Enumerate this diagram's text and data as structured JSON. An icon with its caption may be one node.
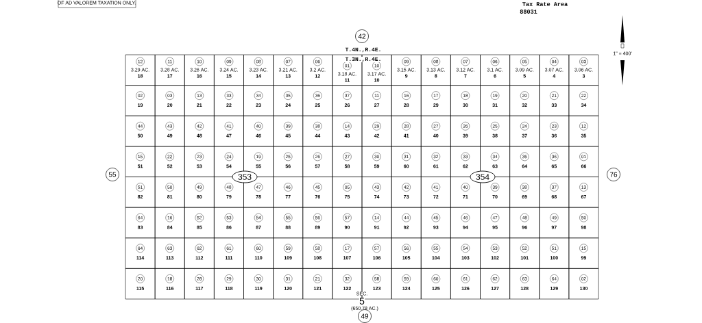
{
  "diagram": {
    "nodes": [
      {
        "text": [
          "42"
        ]
      },
      {
        "text": [
          "12",
          "3.29 AC.",
          "18"
        ]
      },
      {
        "text": [
          "11",
          "3.28 AC.",
          "17"
        ]
      },
      {
        "text": [
          "10",
          "3.26 AC.",
          "16"
        ]
      },
      {
        "text": [
          "09",
          "3.24 AC.",
          "15"
        ]
      },
      {
        "text": [
          "08",
          "3.23 AC.",
          "14"
        ]
      },
      {
        "text": [
          "07",
          "3.21 AC.",
          "13"
        ]
      },
      {
        "text": [
          "06",
          "3.2 AC.",
          "12"
        ]
      },
      {
        "text": [
          "01",
          "3.18 AC.",
          "11"
        ]
      },
      {
        "text": [
          "10",
          "3.17 AC.",
          "10"
        ]
      },
      {
        "text": [
          "09",
          "3.15 AC.",
          "9"
        ]
      },
      {
        "text": [
          "08",
          "3.13 AC.",
          "8"
        ]
      },
      {
        "text": [
          "07",
          "3.12 AC.",
          "7"
        ]
      },
      {
        "text": [
          "06",
          "3.1 AC.",
          "6"
        ]
      },
      {
        "text": [
          "05",
          "3.09 AC.",
          "5"
        ]
      },
      {
        "text": [
          "04",
          "3.07 AC.",
          "4"
        ]
      },
      {
        "text": [
          "03",
          "3.06 AC.",
          "3"
        ]
      },
      {
        "text": [
          "02",
          "19"
        ]
      },
      {
        "text": [
          "03",
          "20"
        ]
      },
      {
        "text": [
          "13",
          "21"
        ]
      },
      {
        "text": [
          "33",
          "22"
        ]
      },
      {
        "text": [
          "34",
          "23"
        ]
      },
      {
        "text": [
          "35",
          "24"
        ]
      },
      {
        "text": [
          "36",
          "25"
        ]
      },
      {
        "text": [
          "37",
          "26"
        ]
      },
      {
        "text": [
          "11",
          "27"
        ]
      },
      {
        "text": [
          "16",
          "28"
        ]
      },
      {
        "text": [
          "17",
          "29"
        ]
      },
      {
        "text": [
          "18",
          "30"
        ]
      },
      {
        "text": [
          "19",
          "31"
        ]
      },
      {
        "text": [
          "20",
          "32"
        ]
      },
      {
        "text": [
          "21",
          "33"
        ]
      },
      {
        "text": [
          "22",
          "34"
        ]
      },
      {
        "text": [
          "44",
          "50"
        ]
      },
      {
        "text": [
          "43",
          "49"
        ]
      },
      {
        "text": [
          "42",
          "48"
        ]
      },
      {
        "text": [
          "41",
          "47"
        ]
      },
      {
        "text": [
          "40",
          "46"
        ]
      },
      {
        "text": [
          "39",
          "45"
        ]
      },
      {
        "text": [
          "38",
          "44"
        ]
      },
      {
        "text": [
          "14",
          "43"
        ]
      },
      {
        "text": [
          "29",
          "42"
        ]
      },
      {
        "text": [
          "28",
          "41"
        ]
      },
      {
        "text": [
          "27",
          "40"
        ]
      },
      {
        "text": [
          "26",
          "39"
        ]
      },
      {
        "text": [
          "25",
          "38"
        ]
      },
      {
        "text": [
          "24",
          "37"
        ]
      },
      {
        "text": [
          "23",
          "36"
        ]
      },
      {
        "text": [
          "12",
          "35"
        ]
      },
      {
        "text": [
          "15",
          "51"
        ]
      },
      {
        "text": [
          "22",
          "52"
        ]
      },
      {
        "text": [
          "23",
          "53"
        ]
      },
      {
        "text": [
          "24",
          "54"
        ]
      },
      {
        "text": [
          "19",
          "55"
        ]
      },
      {
        "text": [
          "25",
          "56"
        ]
      },
      {
        "text": [
          "26",
          "57"
        ]
      },
      {
        "text": [
          "27",
          "58"
        ]
      },
      {
        "text": [
          "30",
          "59"
        ]
      },
      {
        "text": [
          "31",
          "60"
        ]
      },
      {
        "text": [
          "32",
          "61"
        ]
      },
      {
        "text": [
          "33",
          "62"
        ]
      },
      {
        "text": [
          "34",
          "63"
        ]
      },
      {
        "text": [
          "35",
          "64"
        ]
      },
      {
        "text": [
          "36",
          "65"
        ]
      },
      {
        "text": [
          "01",
          "66"
        ]
      },
      {
        "text": [
          "51",
          "82"
        ]
      },
      {
        "text": [
          "50",
          "81"
        ]
      },
      {
        "text": [
          "49",
          "80"
        ]
      },
      {
        "text": [
          "48",
          "79"
        ]
      },
      {
        "text": [
          "47",
          "78"
        ]
      },
      {
        "text": [
          "46",
          "77"
        ]
      },
      {
        "text": [
          "45",
          "76"
        ]
      },
      {
        "text": [
          "05",
          "75"
        ]
      },
      {
        "text": [
          "43",
          "74"
        ]
      },
      {
        "text": [
          "42",
          "73"
        ]
      },
      {
        "text": [
          "41",
          "72"
        ]
      },
      {
        "text": [
          "40",
          "71"
        ]
      },
      {
        "text": [
          "39",
          "70"
        ]
      },
      {
        "text": [
          "38",
          "69"
        ]
      },
      {
        "text": [
          "37",
          "68"
        ]
      },
      {
        "text": [
          "13",
          "67"
        ]
      },
      {
        "text": [
          "64",
          "83"
        ]
      },
      {
        "text": [
          "16",
          "84"
        ]
      },
      {
        "text": [
          "52",
          "85"
        ]
      },
      {
        "text": [
          "53",
          "86"
        ]
      },
      {
        "text": [
          "54",
          "87"
        ]
      },
      {
        "text": [
          "55",
          "88"
        ]
      },
      {
        "text": [
          "56",
          "89"
        ]
      },
      {
        "text": [
          "57",
          "90"
        ]
      },
      {
        "text": [
          "14",
          "91"
        ]
      },
      {
        "text": [
          "44",
          "92"
        ]
      },
      {
        "text": [
          "45",
          "93"
        ]
      },
      {
        "text": [
          "46",
          "94"
        ]
      },
      {
        "text": [
          "47",
          "95"
        ]
      },
      {
        "text": [
          "48",
          "96"
        ]
      },
      {
        "text": [
          "49",
          "97"
        ]
      },
      {
        "text": [
          "50",
          "98"
        ]
      },
      {
        "text": [
          "64",
          "114"
        ]
      },
      {
        "text": [
          "63",
          "113"
        ]
      },
      {
        "text": [
          "62",
          "112"
        ]
      },
      {
        "text": [
          "61",
          "111"
        ]
      },
      {
        "text": [
          "60",
          "110"
        ]
      },
      {
        "text": [
          "59",
          "109"
        ]
      },
      {
        "text": [
          "58",
          "108"
        ]
      },
      {
        "text": [
          "17",
          "107"
        ]
      },
      {
        "text": [
          "57",
          "106"
        ]
      },
      {
        "text": [
          "56",
          "105"
        ]
      },
      {
        "text": [
          "55",
          "104"
        ]
      },
      {
        "text": [
          "54",
          "103"
        ]
      },
      {
        "text": [
          "53",
          "102"
        ]
      },
      {
        "text": [
          "52",
          "101"
        ]
      },
      {
        "text": [
          "51",
          "100"
        ]
      },
      {
        "text": [
          "15",
          "99"
        ]
      },
      {
        "text": [
          "20",
          "115"
        ]
      },
      {
        "text": [
          "18",
          "116"
        ]
      },
      {
        "text": [
          "28",
          "117"
        ]
      },
      {
        "text": [
          "29",
          "118"
        ]
      },
      {
        "text": [
          "30",
          "119"
        ]
      },
      {
        "text": [
          "31",
          "120"
        ]
      },
      {
        "text": [
          "21",
          "121"
        ]
      },
      {
        "text": [
          "32",
          "122"
        ]
      },
      {
        "text": [
          "58",
          "123"
        ]
      },
      {
        "text": [
          "59",
          "124"
        ]
      },
      {
        "text": [
          "60",
          "125"
        ]
      },
      {
        "text": [
          "61",
          "126"
        ]
      },
      {
        "text": [
          "62",
          "127"
        ]
      },
      {
        "text": [
          "63",
          "128"
        ]
      },
      {
        "text": [
          "64",
          "129"
        ]
      },
      {
        "text": [
          "02",
          "130"
        ]
      },
      {
        "text": [
          "55"
        ]
      },
      {
        "text": [
          "353"
        ]
      },
      {
        "text": [
          "354"
        ]
      },
      {
        "text": [
          "76"
        ]
      },
      {
        "text": [
          "49"
        ]
      }
    ],
    "labels": [
      "OF AD VALOREM TAXATION ONLY.",
      "Tax Rate Area",
      "88031",
      "1\" = 400'",
      "T.4N.,R.4E.",
      "T.3N.,R.4E.",
      "SEC.",
      "5",
      "(650.78 AC.)"
    ]
  }
}
